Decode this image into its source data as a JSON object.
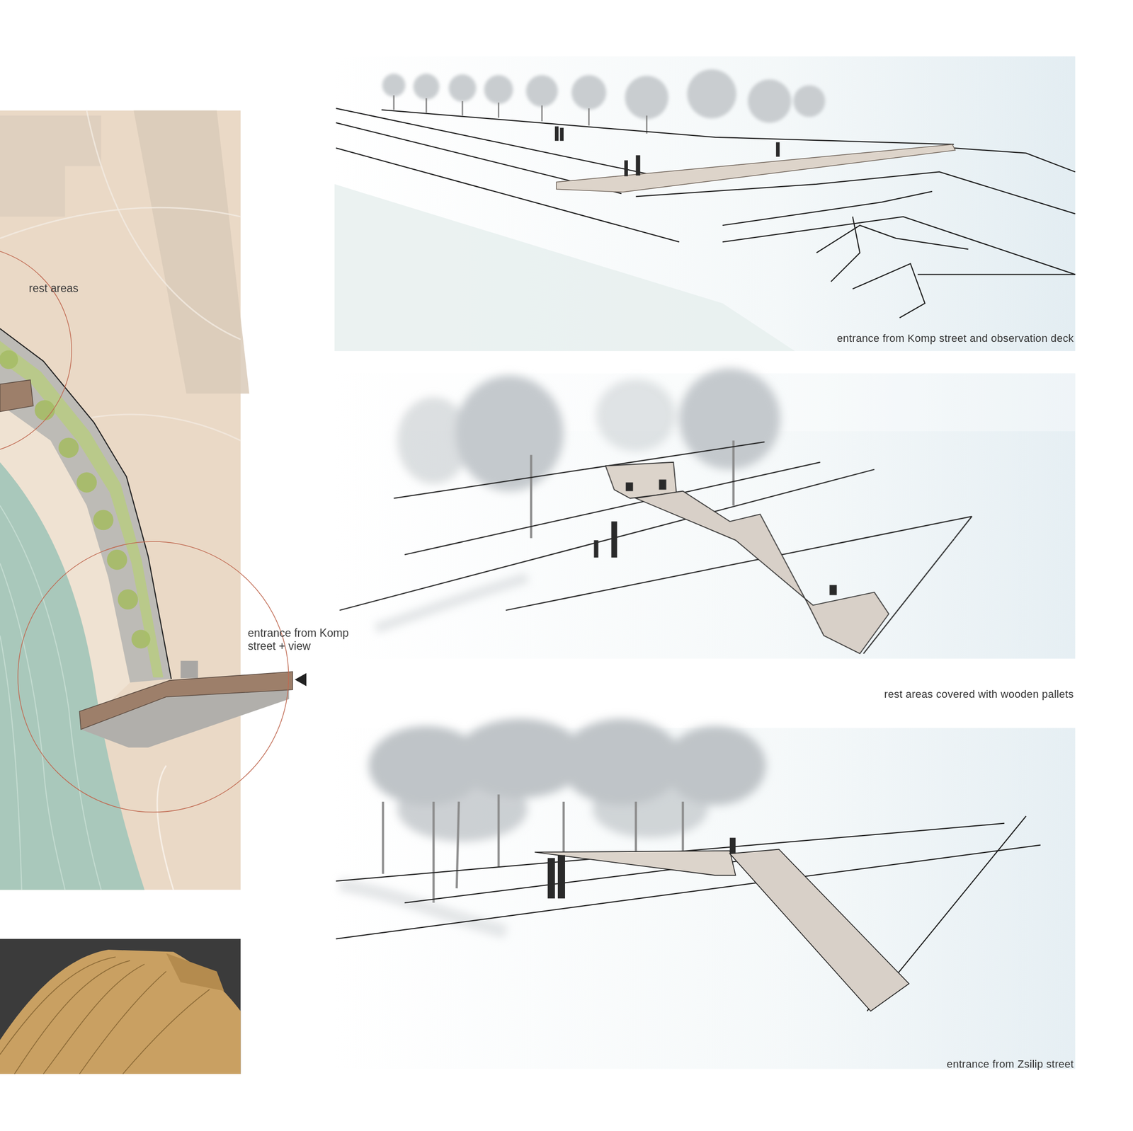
{
  "diagram": {
    "nodes": [
      {
        "text": [
          "rest areas"
        ]
      },
      {
        "text": [
          "entrance from Komp street + view"
        ]
      }
    ],
    "labels": [
      "entrance from Komp street and observation deck",
      "rest areas covered with wooden pallets",
      "entrance from Zsilip street"
    ]
  }
}
